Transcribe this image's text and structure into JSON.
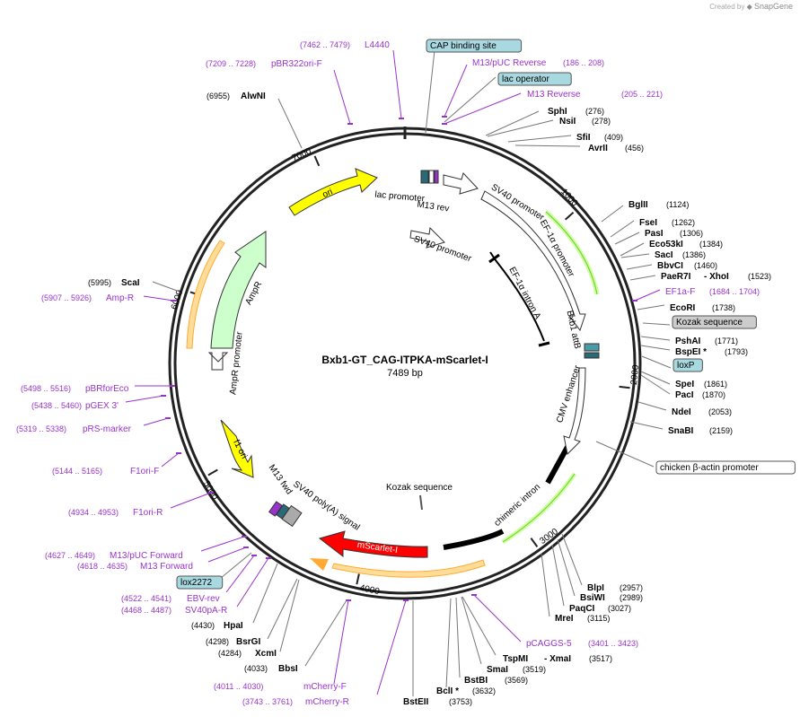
{
  "credit": {
    "prefix": "Created by",
    "brand": "SnapGene"
  },
  "plasmid": {
    "name": "Bxb1-GT_CAG-ITPKA-mScarlet-I",
    "length_label": "7489 bp",
    "length": 7489
  },
  "ticks": [
    "1000",
    "2000",
    "3000",
    "4000",
    "5000",
    "6000",
    "7000"
  ],
  "colors": {
    "ori": "#ffff00",
    "amp": "#ccffcc",
    "f1": "#ffff00",
    "scarlet": "#ff0000",
    "primer": "#9933cc",
    "site": "#000000",
    "arrowAmber": "#ffaa33",
    "arrowGreen": "#66cc33"
  },
  "features": [
    {
      "key": "ori",
      "label": "ori"
    },
    {
      "key": "ampr",
      "label": "AmpR"
    },
    {
      "key": "amppromoter",
      "label": "AmpR promoter"
    },
    {
      "key": "f1ori",
      "label": "f1 ori"
    },
    {
      "key": "mscarlet",
      "label": "mScarlet-I"
    },
    {
      "key": "lacpromoter",
      "label": "lac promoter"
    },
    {
      "key": "m13rev",
      "label": "M13 rev"
    },
    {
      "key": "sv40promoter1",
      "label": "SV40 promoter"
    },
    {
      "key": "sv40promoter2",
      "label": "SV40 promoter"
    },
    {
      "key": "ef1apromoter",
      "label": "EF-1α promoter"
    },
    {
      "key": "ef1aintron",
      "label": "EF-1α intron A"
    },
    {
      "key": "bxb1attb",
      "label": "Bxb1 attB"
    },
    {
      "key": "cmvenhancer",
      "label": "CMV enhancer"
    },
    {
      "key": "chimericintron",
      "label": "chimeric intron"
    },
    {
      "key": "kozak",
      "label": "Kozak sequence"
    },
    {
      "key": "sv40polya",
      "label": "SV40 poly(A) signal"
    },
    {
      "key": "m13fwd",
      "label": "M13 fwd"
    }
  ],
  "annotations": [
    {
      "type": "site",
      "name": "SphI",
      "pos": "(276)"
    },
    {
      "type": "site",
      "name": "NsiI",
      "pos": "(278)"
    },
    {
      "type": "site",
      "name": "SfiI",
      "pos": "(409)"
    },
    {
      "type": "site",
      "name": "AvrII",
      "pos": "(456)"
    },
    {
      "type": "site",
      "name": "BglII",
      "pos": "(1124)"
    },
    {
      "type": "site",
      "name": "FseI",
      "pos": "(1262)"
    },
    {
      "type": "site",
      "name": "PasI",
      "pos": "(1306)"
    },
    {
      "type": "site",
      "name": "Eco53kI",
      "pos": "(1384)"
    },
    {
      "type": "site",
      "name": "SacI",
      "pos": "(1386)"
    },
    {
      "type": "site",
      "name": "BbvCI",
      "pos": "(1460)"
    },
    {
      "type": "site",
      "name": "PaeR7I",
      "pos": ""
    },
    {
      "type": "site",
      "name": "- XhoI",
      "pos": "(1523)"
    },
    {
      "type": "primer",
      "name": "EF1a-F",
      "pos": "(1684 .. 1704)"
    },
    {
      "type": "site",
      "name": "EcoRI",
      "pos": "(1738)"
    },
    {
      "type": "boxgray",
      "name": "Kozak sequence",
      "pos": ""
    },
    {
      "type": "site",
      "name": "PshAI",
      "pos": "(1771)"
    },
    {
      "type": "site",
      "name": "BspEI *",
      "pos": "(1793)"
    },
    {
      "type": "boxblue",
      "name": "loxP",
      "pos": ""
    },
    {
      "type": "site",
      "name": "SpeI",
      "pos": "(1861)"
    },
    {
      "type": "site",
      "name": "PacI",
      "pos": "(1870)"
    },
    {
      "type": "site",
      "name": "NdeI",
      "pos": "(2053)"
    },
    {
      "type": "site",
      "name": "SnaBI",
      "pos": "(2159)"
    },
    {
      "type": "boxwhite",
      "name": "chicken β-actin promoter",
      "pos": ""
    },
    {
      "type": "site",
      "name": "BlpI",
      "pos": "(2957)"
    },
    {
      "type": "site",
      "name": "BsiWI",
      "pos": "(2989)"
    },
    {
      "type": "site",
      "name": "PaqCI",
      "pos": "(3027)"
    },
    {
      "type": "site",
      "name": "MreI",
      "pos": "(3115)"
    },
    {
      "type": "primer",
      "name": "pCAGGS-5",
      "pos": "(3401 .. 3423)"
    },
    {
      "type": "site",
      "name": "TspMI",
      "pos": ""
    },
    {
      "type": "site",
      "name": "- XmaI",
      "pos": "(3517)"
    },
    {
      "type": "site",
      "name": "SmaI",
      "pos": "(3519)"
    },
    {
      "type": "site",
      "name": "BstBI",
      "pos": "(3569)"
    },
    {
      "type": "site",
      "name": "BclI *",
      "pos": "(3632)"
    },
    {
      "type": "site",
      "name": "BstEII",
      "pos": "(3753)"
    },
    {
      "type": "primer",
      "name": "mCherry-R",
      "pos": "(3743 .. 3761)"
    },
    {
      "type": "primer",
      "name": "mCherry-F",
      "pos": "(4011 .. 4030)"
    },
    {
      "type": "site",
      "name": "BbsI",
      "pos": "(4033)"
    },
    {
      "type": "site",
      "name": "XcmI",
      "pos": "(4284)"
    },
    {
      "type": "site",
      "name": "BsrGI",
      "pos": "(4298)"
    },
    {
      "type": "site",
      "name": "HpaI",
      "pos": "(4430)"
    },
    {
      "type": "primer",
      "name": "SV40pA-R",
      "pos": "(4468 .. 4487)"
    },
    {
      "type": "primer",
      "name": "EBV-rev",
      "pos": "(4522 .. 4541)"
    },
    {
      "type": "boxblue",
      "name": "lox2272",
      "pos": ""
    },
    {
      "type": "primer",
      "name": "M13 Forward",
      "pos": "(4618 .. 4635)"
    },
    {
      "type": "primer",
      "name": "M13/pUC Forward",
      "pos": "(4627 .. 4649)"
    },
    {
      "type": "primer",
      "name": "F1ori-R",
      "pos": "(4934 .. 4953)"
    },
    {
      "type": "primer",
      "name": "F1ori-F",
      "pos": "(5144 .. 5165)"
    },
    {
      "type": "primer",
      "name": "pRS-marker",
      "pos": "(5319 .. 5338)"
    },
    {
      "type": "primer",
      "name": "pGEX 3'",
      "pos": "(5438 .. 5460)"
    },
    {
      "type": "primer",
      "name": "pBRforEco",
      "pos": "(5498 .. 5516)"
    },
    {
      "type": "primer",
      "name": "Amp-R",
      "pos": "(5907 .. 5926)"
    },
    {
      "type": "site",
      "name": "ScaI",
      "pos": "(5995)"
    },
    {
      "type": "site",
      "name": "AlwNI",
      "pos": "(6955)"
    },
    {
      "type": "primer",
      "name": "pBR322ori-F",
      "pos": "(7209 .. 7228)"
    },
    {
      "type": "primer",
      "name": "L4440",
      "pos": "(7462 .. 7479)"
    },
    {
      "type": "boxblue",
      "name": "CAP binding site",
      "pos": ""
    },
    {
      "type": "primer",
      "name": "M13/pUC Reverse",
      "pos": "(186 .. 208)"
    },
    {
      "type": "boxblue",
      "name": "lac operator",
      "pos": ""
    },
    {
      "type": "primer",
      "name": "M13 Reverse",
      "pos": "(205 .. 221)"
    }
  ]
}
